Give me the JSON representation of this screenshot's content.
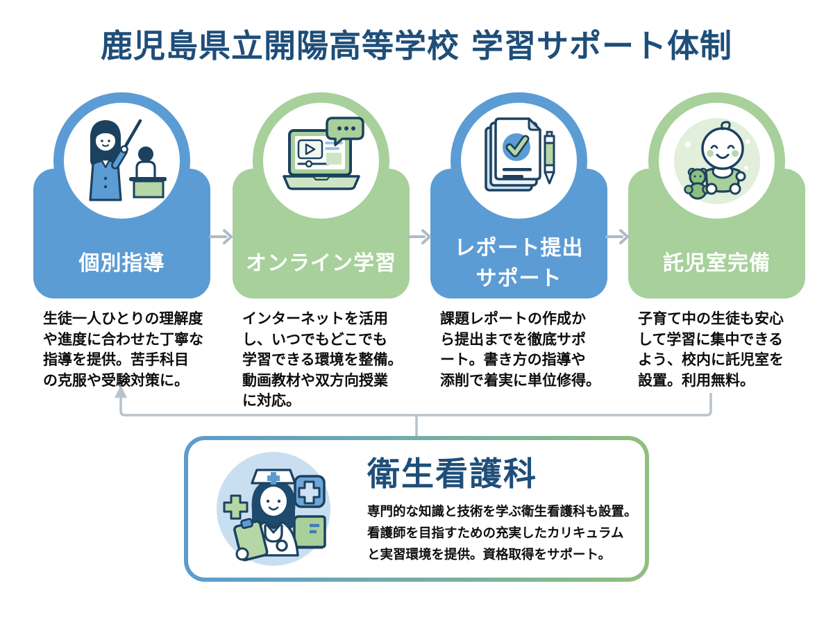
{
  "title": "鹿児島県立開陽高等学校 学習サポート体制",
  "colors": {
    "card_blue": "#5C9CD4",
    "card_green": "#A7D09B",
    "title_navy": "#1E4E79",
    "icon_outline_navy": "#1C415F",
    "body_text": "#0d0d0d",
    "connector_gray": "#B7C2CC",
    "light_blue": "#C9DFF1",
    "light_green": "#B5D6A5"
  },
  "cards": [
    {
      "label_lines": [
        "個別指導"
      ],
      "color": "blue",
      "icon": "teacher-student-icon",
      "desc_lines": [
        "生徒一人ひとりの理解度",
        "や進度に合わせた丁寧な",
        "指導を提供。苦手科目",
        "の克服や受験対策に。"
      ]
    },
    {
      "label_lines": [
        "オンライン学習"
      ],
      "color": "green",
      "icon": "laptop-video-icon",
      "desc_lines": [
        "インターネットを活用",
        "し、いつでもどこでも",
        "学習できる環境を整備。",
        "動画教材や双方向授業",
        "に対応。"
      ]
    },
    {
      "label_lines": [
        "レポート提出",
        "サポート"
      ],
      "color": "blue",
      "icon": "report-check-icon",
      "desc_lines": [
        "課題レポートの作成か",
        "ら提出までを徹底サポ",
        "ート。書き方の指導や",
        "添削で着実に単位修得。"
      ]
    },
    {
      "label_lines": [
        "託児室完備"
      ],
      "color": "green",
      "icon": "baby-teddy-icon",
      "desc_lines": [
        "子育て中の生徒も安心",
        "して学習に集中できる",
        "よう、校内に託児室を",
        "設置。利用無料。"
      ]
    }
  ],
  "flow_icons": [
    "right-arrow-icon",
    "right-arrow-icon",
    "right-arrow-icon",
    "up-arrow-connector"
  ],
  "nursing": {
    "title": "衛生看護科",
    "icon": "nurse-icon",
    "desc_lines": [
      "専門的な知識と技術を学ぶ衛生看護科も設置。",
      "看護師を目指すための充実したカリキュラム",
      "と実習環境を提供。資格取得をサポート。"
    ]
  }
}
